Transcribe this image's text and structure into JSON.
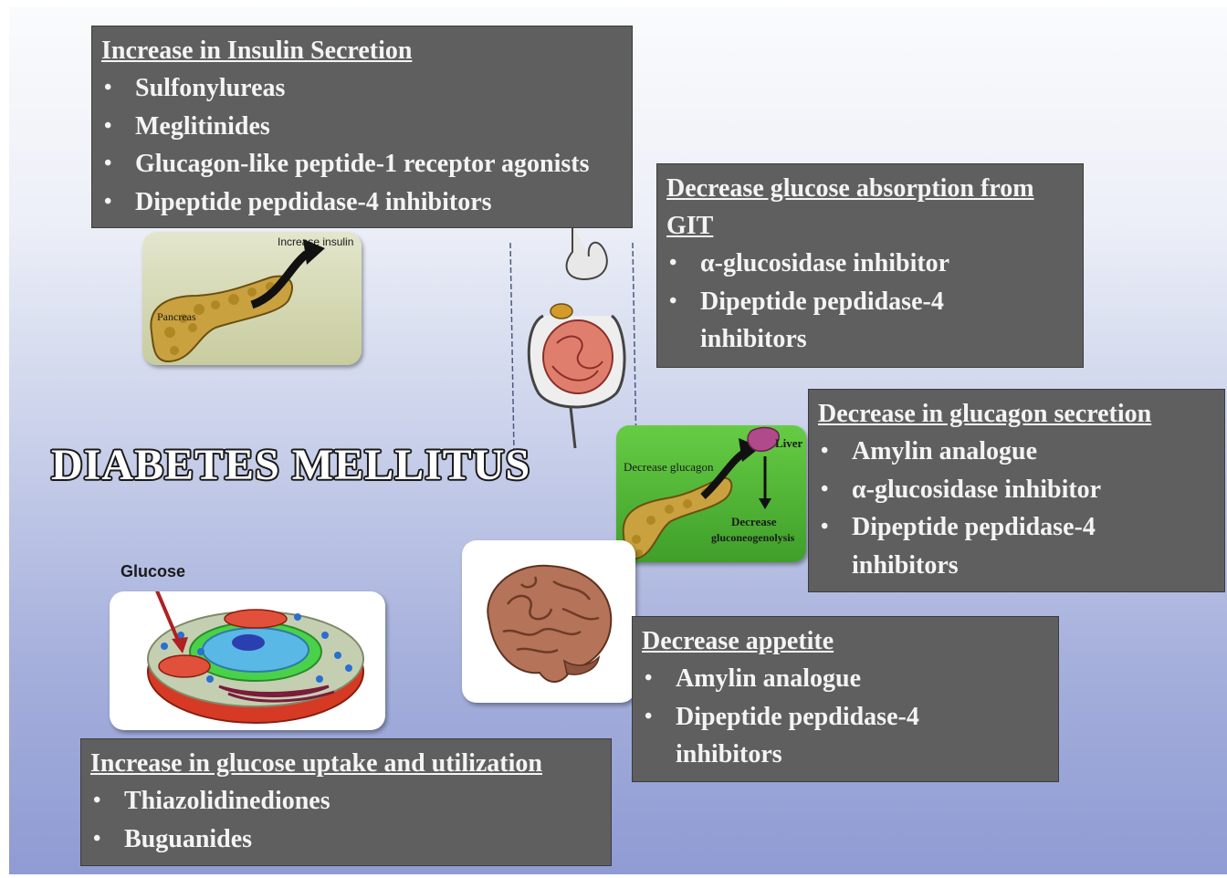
{
  "title": "DIABETES MELLITUS",
  "boxes": {
    "insulin": {
      "heading": "Increase in Insulin Secretion",
      "items": [
        "Sulfonylureas",
        "Meglitinides",
        "Glucagon-like peptide-1 receptor agonists",
        "Dipeptide pepdidase-4 inhibitors"
      ]
    },
    "absorption": {
      "heading_line1": "Decrease glucose absorption from",
      "heading_line2": "GIT",
      "items": [
        "α-glucosidase inhibitor",
        "Dipeptide pepdidase-4",
        "inhibitors"
      ]
    },
    "glucagon": {
      "heading": "Decrease in glucagon secretion",
      "items": [
        "Amylin analogue",
        "α-glucosidase inhibitor",
        "Dipeptide pepdidase-4",
        "inhibitors"
      ]
    },
    "appetite": {
      "heading": "Decrease appetite",
      "items": [
        "Amylin analogue",
        "Dipeptide pepdidase-4",
        "inhibitors"
      ]
    },
    "uptake": {
      "heading": "Increase in glucose uptake and utilization",
      "items": [
        "Thiazolidinediones",
        "Buguanides"
      ]
    }
  },
  "images": {
    "pancreas_increase_label": "Increase insulin",
    "pancreas_label": "Pancreas",
    "liver_label": "Liver",
    "decrease_glucagon_label": "Decrease glucagon",
    "decrease_label": "Decrease",
    "gluconeogenolysis_label": "gluconeogenolysis",
    "glucose_label": "Glucose"
  }
}
